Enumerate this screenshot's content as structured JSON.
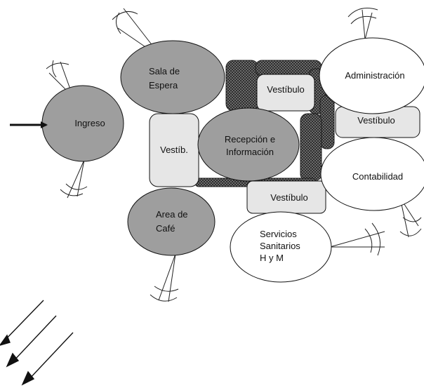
{
  "nodes": {
    "ingreso": {
      "label": "Ingreso"
    },
    "sala_espera": {
      "lines": [
        "Sala de",
        "Espera"
      ]
    },
    "recepcion": {
      "lines": [
        "Recepción e",
        "Información"
      ]
    },
    "area_cafe": {
      "lines": [
        "Area de",
        "Café"
      ]
    },
    "administracion": {
      "label": "Administración"
    },
    "contabilidad": {
      "label": "Contabilidad"
    },
    "servicios": {
      "lines": [
        "Servicios",
        "Sanitarios",
        "H y M"
      ]
    }
  },
  "corridors": {
    "vestib_left": "Vestíb.",
    "vestibulo_top": "Vestíbulo",
    "vestibulo_right": "Vestíbulo",
    "vestibulo_bottom": "Vestíbulo"
  },
  "colors": {
    "space_gray": "#9e9e9e",
    "space_white": "#ffffff",
    "corridor_fill": "#e6e6e6",
    "connector_dark": "#3a3a3a",
    "stroke": "#111111"
  },
  "icons": [
    "entry-arrow-icon",
    "sun-direction-arrows-icon",
    "view-sketch-icon"
  ]
}
